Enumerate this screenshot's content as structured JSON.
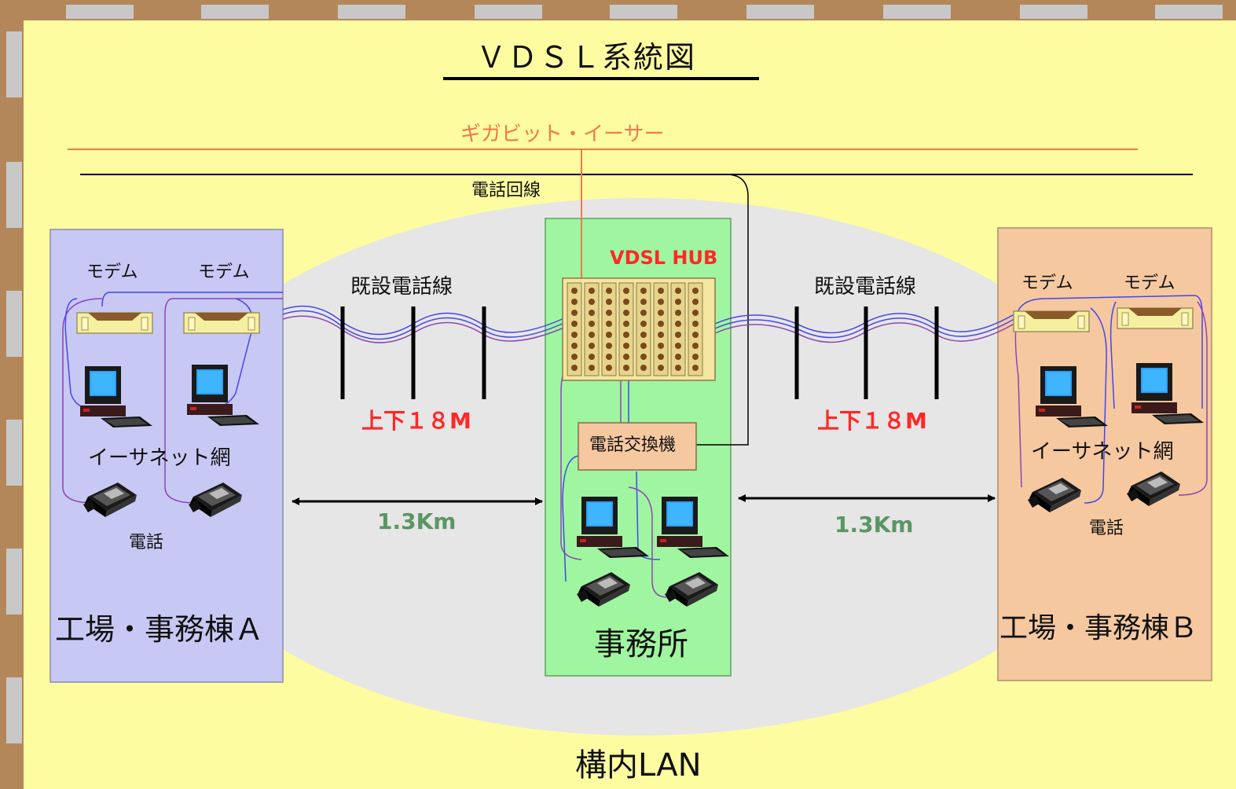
{
  "title": "ＶＤＳＬ系統図",
  "backbone": {
    "gigabit_label": "ギガビット・イーサー",
    "phone_line_label": "電話回線"
  },
  "site_a": {
    "name": "工場・事務棟Ａ",
    "modem_labels": [
      "モデム",
      "モデム"
    ],
    "ethernet_label": "イーサネット網",
    "phone_label": "電話"
  },
  "site_b": {
    "name": "工場・事務棟Ｂ",
    "modem_labels": [
      "モデム",
      "モデム"
    ],
    "ethernet_label": "イーサネット網",
    "phone_label": "電話"
  },
  "office": {
    "name": "事務所",
    "hub_label": "VDSL HUB",
    "exchange_label": "電話交換機"
  },
  "links": {
    "left": {
      "cable_label": "既設電話線",
      "speed": "上下１８M",
      "distance": "1.3Km"
    },
    "right": {
      "cable_label": "既設電話線",
      "speed": "上下１８M",
      "distance": "1.3Km"
    }
  },
  "campus_label": "構内LAN",
  "colors": {
    "background": "#fdfca0",
    "frame_brown": "#b4875a",
    "frame_gray": "#c8c8c8",
    "campus_ellipse": "#e6e6e6",
    "site_a_fill": "#c8c8f5",
    "office_fill": "#a0f5a0",
    "site_b_fill": "#f5c8a0",
    "gigabit_line": "#f07850",
    "cable_blue": "#4646e6",
    "cable_purple": "#8c46b4",
    "speed_red": "#ff2828",
    "distance_green": "#5a9664"
  }
}
